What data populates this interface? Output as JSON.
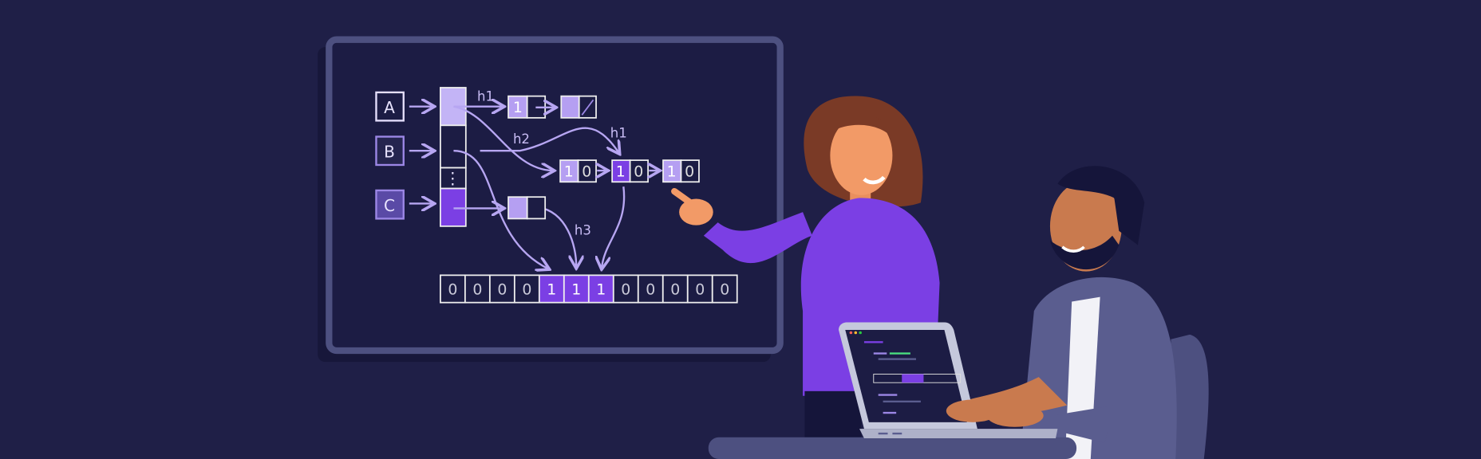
{
  "diagram": {
    "keys": [
      "A",
      "B",
      "C"
    ],
    "hash_labels": [
      "h1",
      "h2",
      "h1",
      "h3"
    ],
    "node_bits": {
      "first_chain": [
        "1"
      ],
      "second_chain": [
        [
          "1",
          "0"
        ],
        [
          "1",
          "0"
        ],
        [
          "1",
          "0"
        ]
      ]
    },
    "ellipsis": "⋮",
    "bit_array": [
      "0",
      "0",
      "0",
      "0",
      "1",
      "1",
      "1",
      "0",
      "0",
      "0",
      "0",
      "0"
    ]
  },
  "colors": {
    "background": "#1f1f47",
    "board": "#1b1b40",
    "board_frame": "#4d5080",
    "accent": "#7b3fe4",
    "accent_light": "#b9a6f3"
  }
}
